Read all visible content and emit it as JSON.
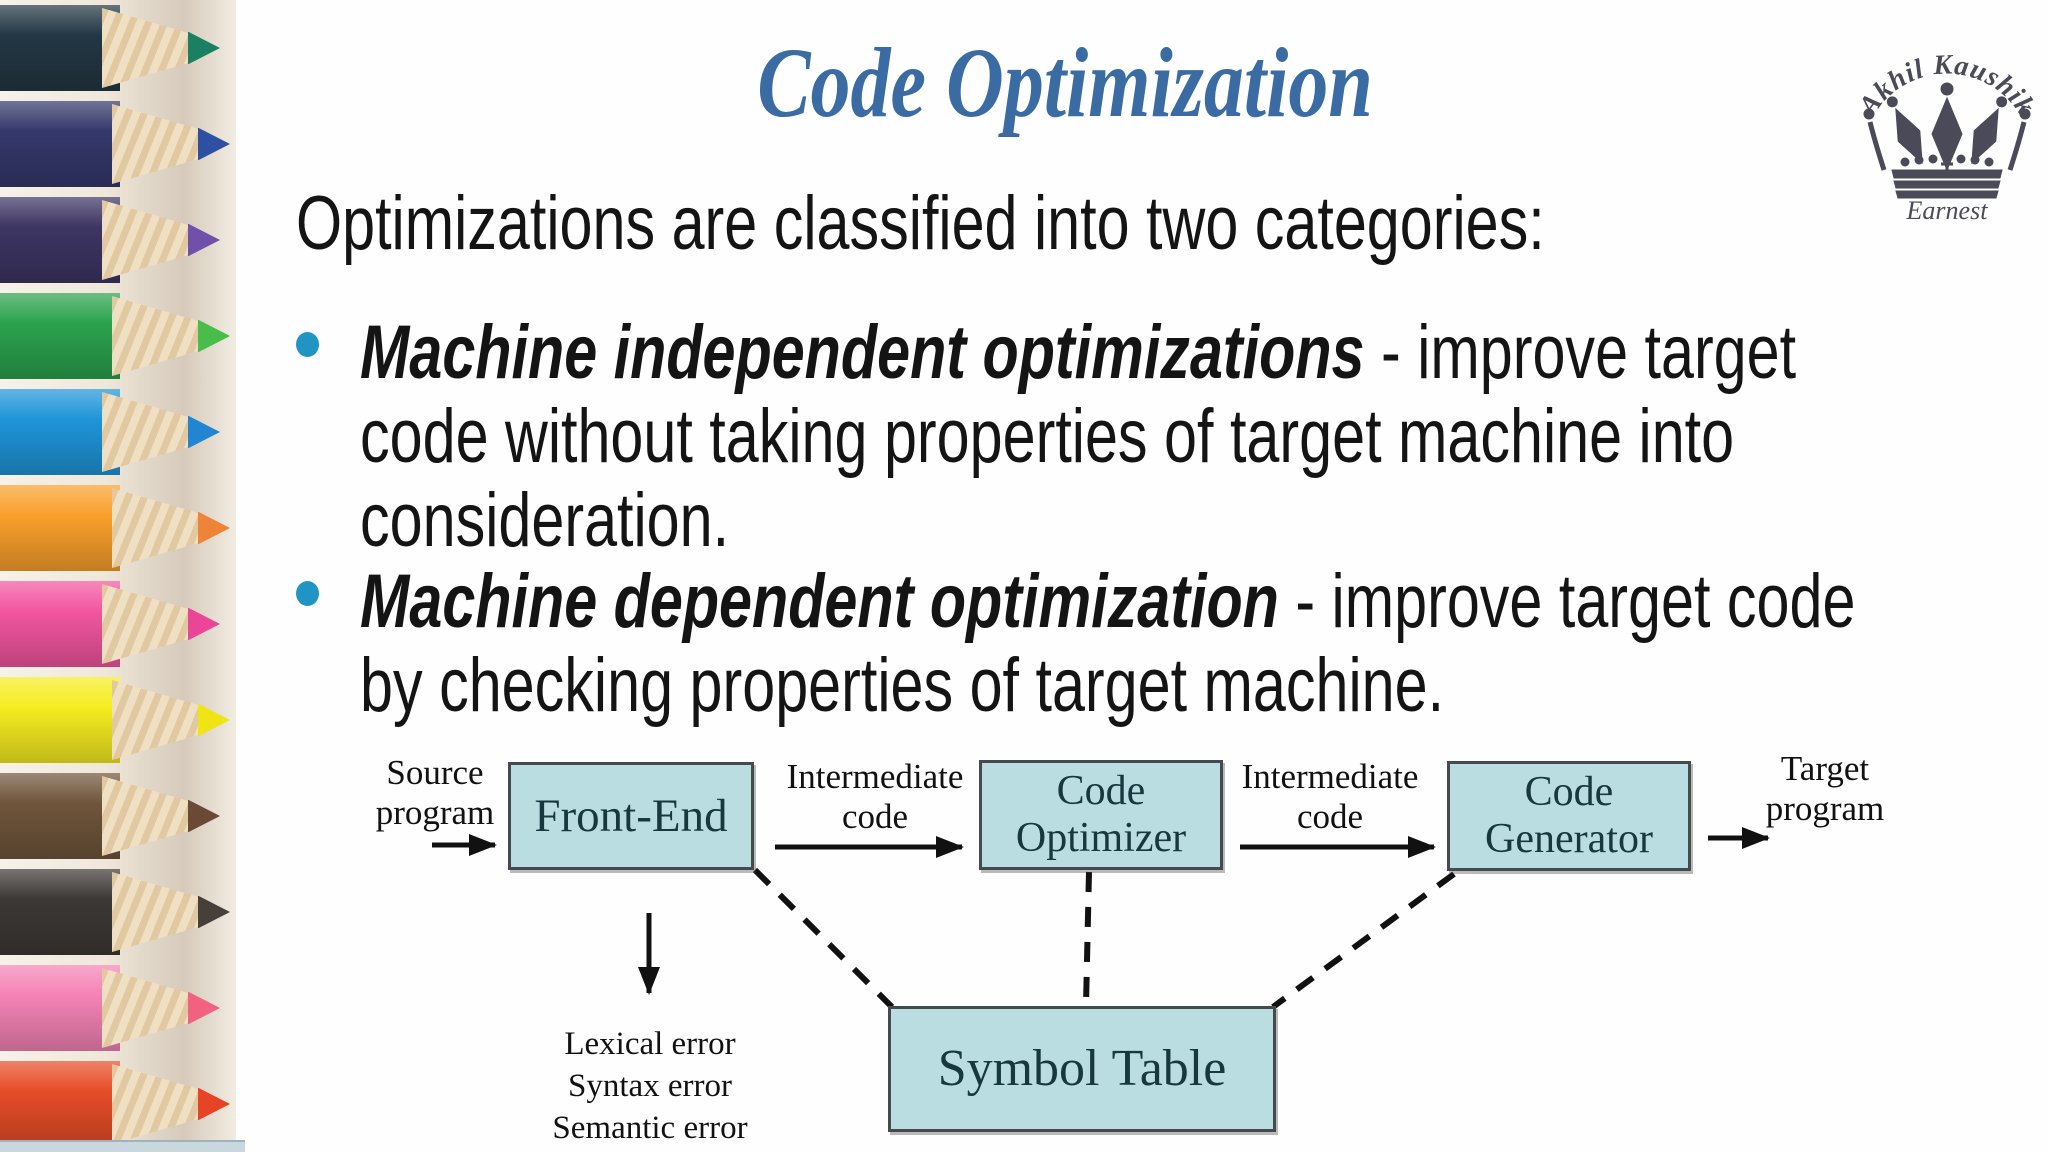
{
  "slide": {
    "title": "Code Optimization",
    "intro": "Optimizations are classified into two categories:",
    "bullets": [
      {
        "lead": "Machine independent optimizations",
        "rest": " - improve target code without taking properties of target machine into consideration."
      },
      {
        "lead": "Machine dependent optimization",
        "rest": " - improve target code by checking properties of target machine."
      }
    ]
  },
  "diagram": {
    "labels": {
      "source": "Source program",
      "intermediate_1": "Intermediate code",
      "intermediate_2": "Intermediate code",
      "target": "Target program"
    },
    "boxes": {
      "front_end": "Front-End",
      "code_optimizer": "Code Optimizer",
      "code_generator": "Code Generator",
      "symbol_table": "Symbol Table"
    },
    "errors": [
      "Lexical error",
      "Syntax error",
      "Semantic error"
    ]
  },
  "logo": {
    "name": "Akhil Kaushik",
    "tagline": "Earnest"
  },
  "colors": {
    "title_blue": "#3a6ba3",
    "bullet_dot": "#2095c3",
    "box_fill": "#b9dde1",
    "box_border": "#454b4c",
    "box_text": "#16383e",
    "body_text": "#141414",
    "logo_ink": "#4a4a58",
    "wood": "#ecd7b2"
  },
  "decor": {
    "pencils": [
      {
        "body": "#233744",
        "tip": "#1b7f63"
      },
      {
        "body": "#35386b",
        "tip": "#2d50a2"
      },
      {
        "body": "#3d3563",
        "tip": "#7050a8"
      },
      {
        "body": "#2ba24d",
        "tip": "#49bd49"
      },
      {
        "body": "#1f95d8",
        "tip": "#2285d2"
      },
      {
        "body": "#f9a02b",
        "tip": "#ef8338"
      },
      {
        "body": "#f2569f",
        "tip": "#ea4596"
      },
      {
        "body": "#f6ed20",
        "tip": "#efe414"
      },
      {
        "body": "#6f553b",
        "tip": "#6b4a35"
      },
      {
        "body": "#3c3835",
        "tip": "#454039"
      },
      {
        "body": "#f483b5",
        "tip": "#f2617f"
      },
      {
        "body": "#e64d28",
        "tip": "#e74427"
      }
    ]
  }
}
